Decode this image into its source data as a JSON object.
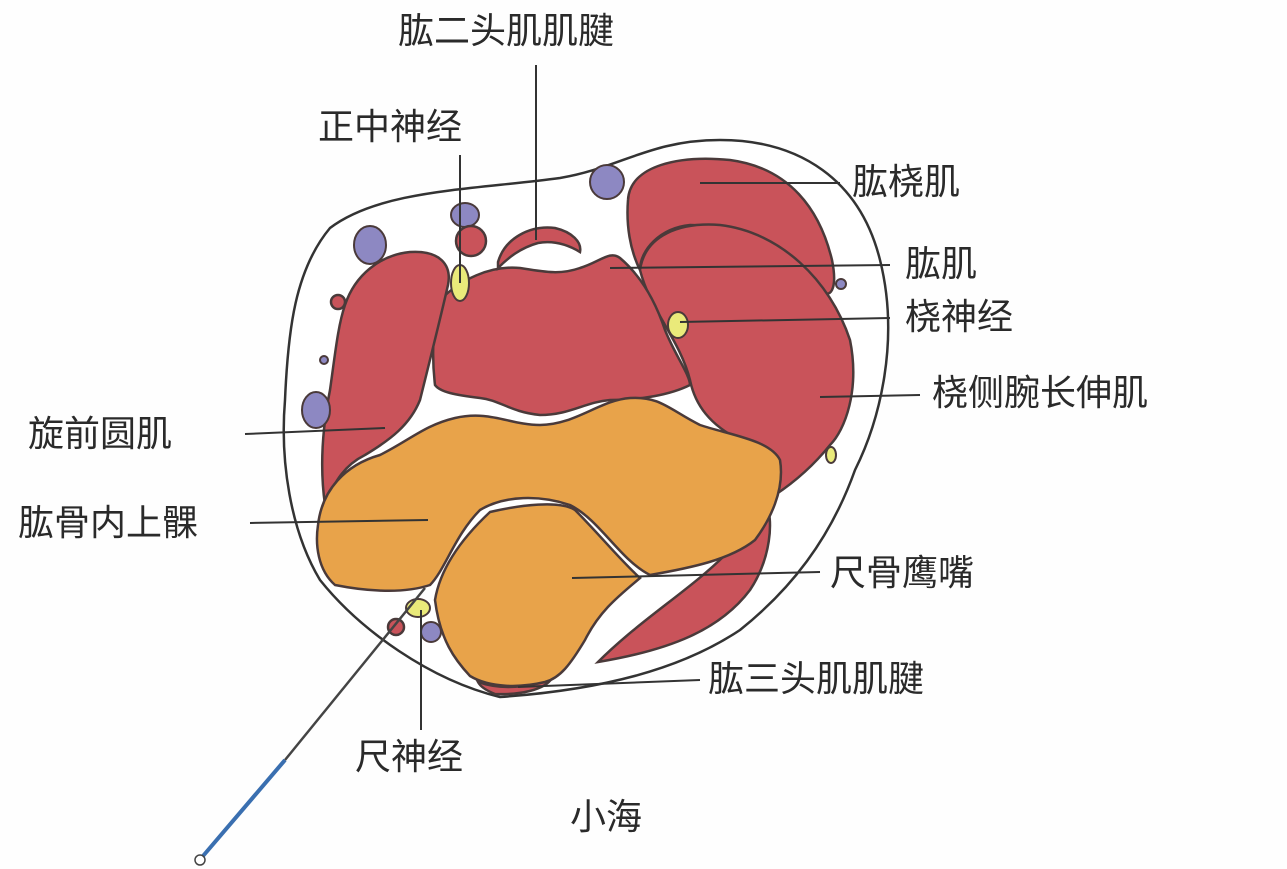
{
  "title": "小海",
  "labels": {
    "biceps_tendon": "肱二头肌肌腱",
    "median_nerve": "正中神经",
    "brachioradialis": "肱桡肌",
    "brachialis": "肱肌",
    "radial_nerve": "桡神经",
    "ecrl": "桡侧腕长伸肌",
    "pronator_teres": "旋前圆肌",
    "medial_epicondyle": "肱骨内上髁",
    "olecranon": "尺骨鹰嘴",
    "triceps_tendon": "肱三头肌肌腱",
    "ulnar_nerve": "尺神经"
  },
  "colors": {
    "muscle": "#c9535a",
    "bone": "#e8a34a",
    "nerve": "#eaea7a",
    "vein": "#8d88c2",
    "probe": "#3a6fb0"
  }
}
